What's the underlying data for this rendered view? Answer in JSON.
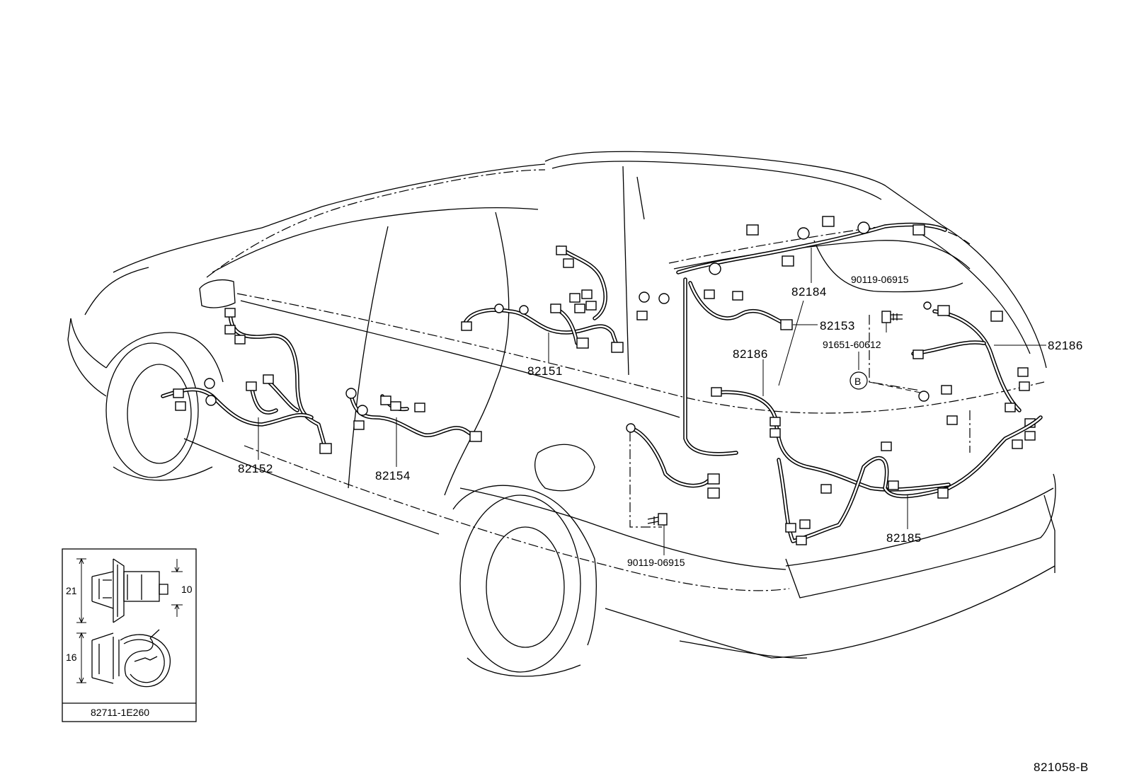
{
  "diagram": {
    "labels": {
      "p82151": "82151",
      "p82152": "82152",
      "p82153": "82153",
      "p82154": "82154",
      "p82184": "82184",
      "p82185": "82185",
      "p82186_left": "82186",
      "p82186_right": "82186",
      "bolt_upper": "90119-06915",
      "bolt_lower": "90119-06915",
      "grommet": "91651-60612",
      "callout_b": "B"
    },
    "inset": {
      "part_number": "82711-1E260",
      "dim_21": "21",
      "dim_10": "10",
      "dim_16": "16"
    },
    "figure_code": "821058-B"
  }
}
